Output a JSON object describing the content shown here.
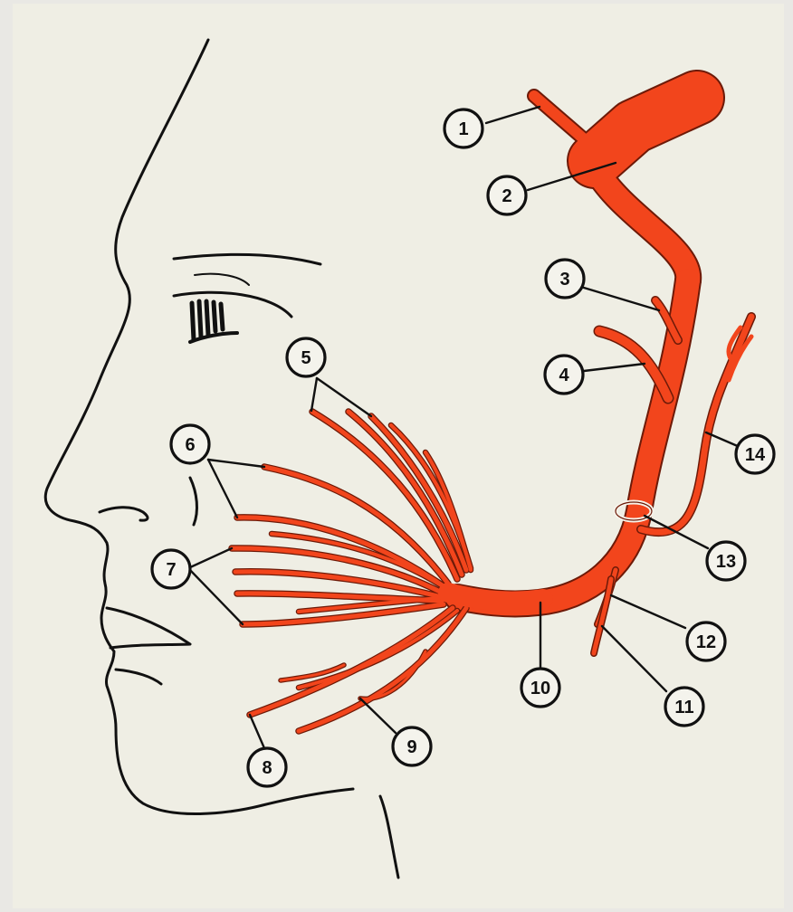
{
  "colors": {
    "nerve": "#f2451c",
    "nerve_edge": "#6d1a08",
    "outline": "#111111",
    "background": "#efeee4"
  },
  "labels": [
    {
      "id": "label-1",
      "text": "1"
    },
    {
      "id": "label-2",
      "text": "2"
    },
    {
      "id": "label-3",
      "text": "3"
    },
    {
      "id": "label-4",
      "text": "4"
    },
    {
      "id": "label-5",
      "text": "5"
    },
    {
      "id": "label-6",
      "text": "6"
    },
    {
      "id": "label-7",
      "text": "7"
    },
    {
      "id": "label-8",
      "text": "8"
    },
    {
      "id": "label-9",
      "text": "9"
    },
    {
      "id": "label-10",
      "text": "10"
    },
    {
      "id": "label-11",
      "text": "11"
    },
    {
      "id": "label-12",
      "text": "12"
    },
    {
      "id": "label-13",
      "text": "13"
    },
    {
      "id": "label-14",
      "text": "14"
    }
  ]
}
